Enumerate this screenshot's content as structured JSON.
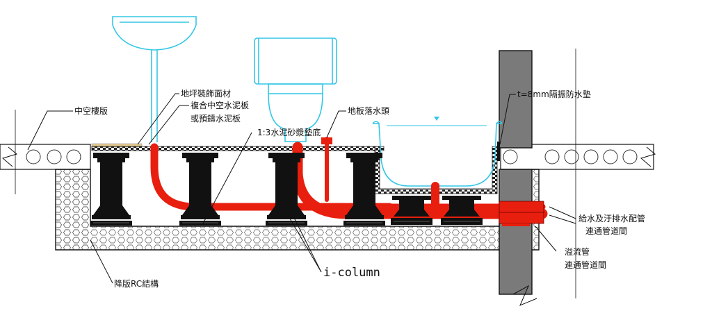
{
  "labels": {
    "hollow_slab": "中空樓版",
    "floor_finish": "地坪裝飾面材",
    "composite_board_1": "複合中空水泥板",
    "composite_board_2": "或預鑄水泥板",
    "floor_drain": "地板落水頭",
    "mortar_bed": "1:3水泥砂漿墊底",
    "isolation_pad": "t=8mm隔振防水墊",
    "supply_drain_1": "給水及汙排水配管",
    "supply_drain_2": "連通管道間",
    "overflow_1": "溢流管",
    "overflow_2": "連通管道間",
    "rc_structure": "降版RC結構",
    "i_column": "i-column"
  },
  "colors": {
    "pipe": "#e81e0e",
    "fixture": "#33c7e6",
    "concrete_fill": "#ffffff",
    "wall": "#7a7a7a",
    "column": "#111111",
    "finish": "#e2c98f"
  }
}
